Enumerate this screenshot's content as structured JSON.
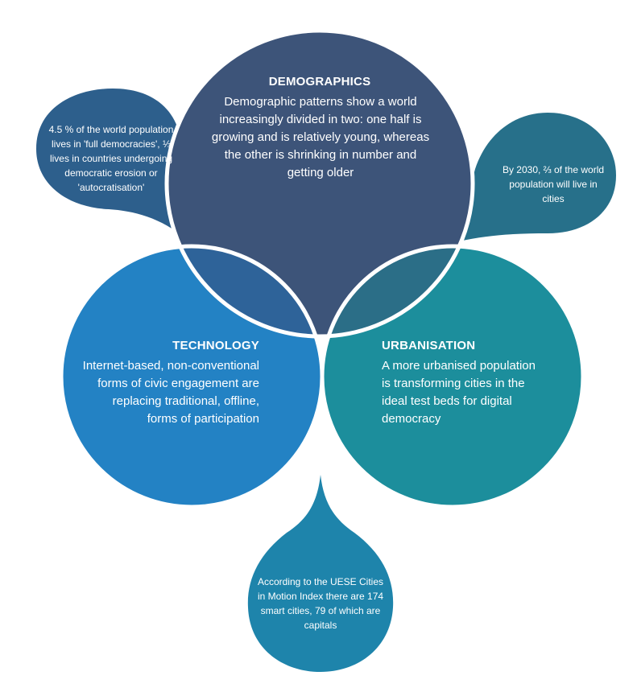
{
  "colors": {
    "demographics": "#3d5479",
    "technology": "#2382c4",
    "urbanisation": "#1c8e9c",
    "demo_tech_overlap": "#2e6399",
    "demo_urban_overlap": "#2b6e87",
    "tech_urban_overlap": "#1f88b2",
    "center": "#595959",
    "bubble_left": "#2d5f8c",
    "bubble_right": "#27708a",
    "bubble_bottom": "#1e84ab",
    "ring": "#ffffff"
  },
  "demographics": {
    "title": "DEMOGRAPHICS",
    "text": "Demographic patterns show a world increasingly divided in two: one half is growing and is relatively young, whereas the other is shrinking in number and getting older"
  },
  "technology": {
    "title": "TECHNOLOGY",
    "text": "Internet-based, non-conventional forms of civic engagement are replacing traditional, offline, forms of participation"
  },
  "urbanisation": {
    "title": "URBANISATION",
    "text": "A more urbanised population is transforming cities in the ideal test beds for digital democracy"
  },
  "callouts": {
    "left": "4.5 % of the world population lives in 'full democracies', ⅓ lives in countries undergoing democratic erosion or 'autocratisation'",
    "right": "By 2030, ⅔ of the world population will live in cities",
    "bottom": "According to the UESE Cities in Motion Index there are 174 smart cities, 79 of which are capitals"
  }
}
